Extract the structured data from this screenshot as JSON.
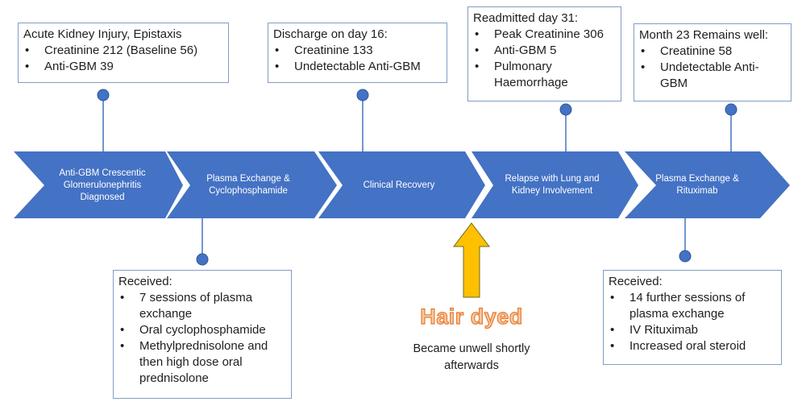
{
  "colors": {
    "chevron": "#4472c4",
    "connector": "#4472c4",
    "box_border": "#7f9dc6",
    "arrow_fill": "#ffc000",
    "hair_text": "#f8c9a3",
    "hair_outline": "#e87b2f"
  },
  "stages": [
    {
      "label": "Anti-GBM Crescentic Glomerulonephritis Diagnosed"
    },
    {
      "label": "Plasma Exchange & Cyclophosphamide"
    },
    {
      "label": "Clinical Recovery"
    },
    {
      "label": "Relapse with Lung and Kidney Involvement"
    },
    {
      "label": "Plasma Exchange & Rituximab"
    }
  ],
  "top_boxes": [
    {
      "heading": "Acute Kidney Injury, Epistaxis",
      "items": [
        "Creatinine 212 (Baseline 56)",
        "Anti-GBM 39"
      ]
    },
    {
      "heading": "Discharge on day 16:",
      "items": [
        "Creatinine 133",
        "Undetectable Anti-GBM"
      ]
    },
    {
      "heading": "Readmitted day 31:",
      "items": [
        "Peak Creatinine 306",
        "Anti-GBM 5",
        "Pulmonary Haemorrhage"
      ]
    },
    {
      "heading": "Month 23 Remains well:",
      "items": [
        "Creatinine 58",
        "Undetectable Anti-GBM"
      ]
    }
  ],
  "bottom_boxes": [
    {
      "heading": "Received:",
      "items": [
        "7 sessions of plasma exchange",
        "Oral cyclophosphamide",
        "Methylprednisolone and then high dose oral prednisolone"
      ]
    },
    {
      "heading": "Received:",
      "items": [
        "14 further sessions of plasma exchange",
        "IV Rituximab",
        "Increased oral steroid"
      ]
    }
  ],
  "event": {
    "icon": "up-arrow-icon",
    "title": "Hair dyed",
    "note": "Became unwell shortly afterwards"
  }
}
